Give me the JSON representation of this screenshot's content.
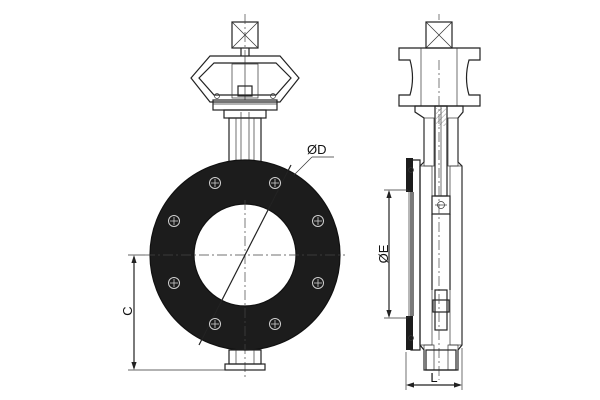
{
  "labels": {
    "diameter_d": "ØD",
    "diameter_e": "ØE",
    "height_c": "C",
    "length_l": "L"
  },
  "colors": {
    "line": "#222222",
    "liner": "#1c1c1c",
    "hatch": "#777777",
    "background": "#ffffff"
  }
}
